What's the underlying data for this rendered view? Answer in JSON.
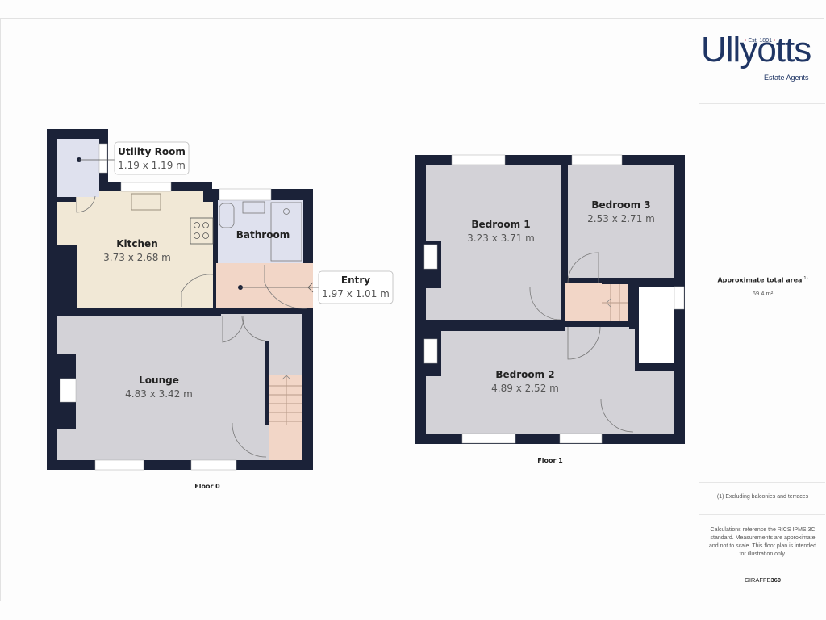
{
  "brand": {
    "name": "Ullyotts",
    "established": "Est. 1891",
    "tagline": "Estate Agents",
    "color": "#1f3564",
    "accent_dot_color": "#c0395a"
  },
  "summary": {
    "area_title": "Approximate total area",
    "area_footnote_marker": "(1)",
    "area_value": "69.4 m²",
    "footnote": "(1) Excluding balconies and terraces",
    "disclaimer": "Calculations reference the RICS IPMS 3C standard. Measurements are approximate and not to scale. This floor plan is intended for illustration only.",
    "credit_prefix": "GIRAFFE",
    "credit_suffix": "360"
  },
  "colors": {
    "wall": "#1b2238",
    "room_grey": "#d3d2d7",
    "kitchen": "#f1e8d6",
    "bathroom": "#dfe1ee",
    "hall": "#f2d6c7",
    "utility": "#dfe1ee"
  },
  "floors": [
    {
      "label": "Floor 0",
      "rooms": [
        {
          "name": "Utility Room",
          "size": "1.19 x 1.19 m"
        },
        {
          "name": "Kitchen",
          "size": "3.73 x 2.68 m"
        },
        {
          "name": "Bathroom",
          "size": ""
        },
        {
          "name": "Entry",
          "size": "1.97 x 1.01 m"
        },
        {
          "name": "Lounge",
          "size": "4.83 x 3.42 m"
        }
      ]
    },
    {
      "label": "Floor 1",
      "rooms": [
        {
          "name": "Bedroom 1",
          "size": "3.23 x 3.71 m"
        },
        {
          "name": "Bedroom 3",
          "size": "2.53 x 2.71 m"
        },
        {
          "name": "Bedroom 2",
          "size": "4.89 x 2.52 m"
        }
      ]
    }
  ]
}
